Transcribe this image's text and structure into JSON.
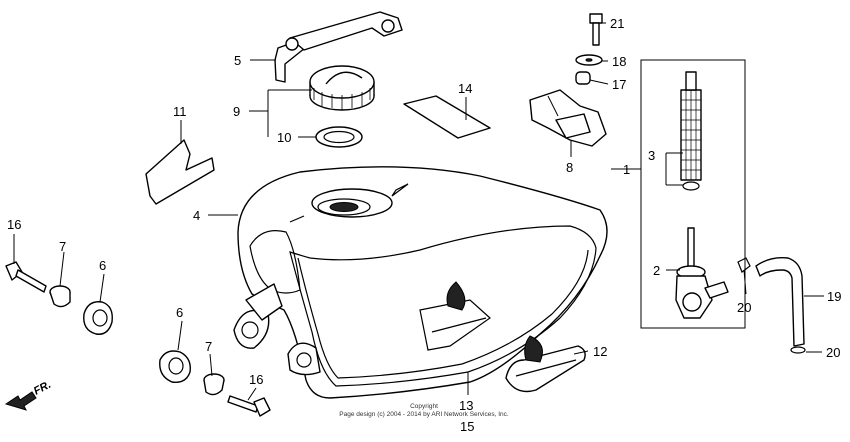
{
  "diagram": {
    "callouts": [
      "1",
      "2",
      "3",
      "4",
      "5",
      "6",
      "6",
      "7",
      "7",
      "8",
      "9",
      "10",
      "11",
      "12",
      "13",
      "14",
      "15",
      "16",
      "16",
      "17",
      "18",
      "19",
      "20",
      "20",
      "21"
    ],
    "direction_label": "FR.",
    "copyright": "Copyright",
    "copyright_line": "Page design (c) 2004 - 2014 by ARI Network Services, Inc."
  }
}
